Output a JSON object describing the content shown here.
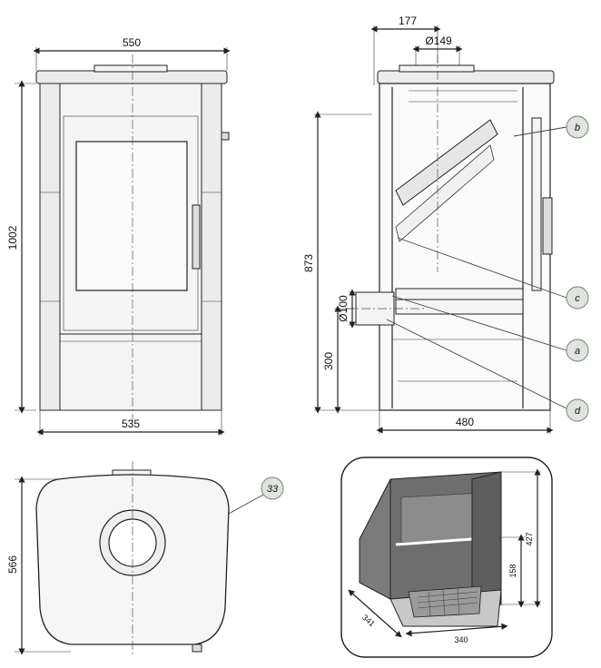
{
  "front_view": {
    "width_top": "550",
    "height": "1002",
    "width_bottom": "535"
  },
  "side_view": {
    "flue_offset": "177",
    "flue_diameter": "Ø149",
    "height_outlet": "873",
    "air_inlet_diameter": "Ø100",
    "air_inlet_height": "300",
    "depth": "480",
    "callouts": [
      "b",
      "c",
      "a",
      "d"
    ]
  },
  "top_view": {
    "depth": "566",
    "callout": "33"
  },
  "firebox_view": {
    "height": "427",
    "grate_height": "158",
    "depth": "341",
    "width": "340"
  }
}
